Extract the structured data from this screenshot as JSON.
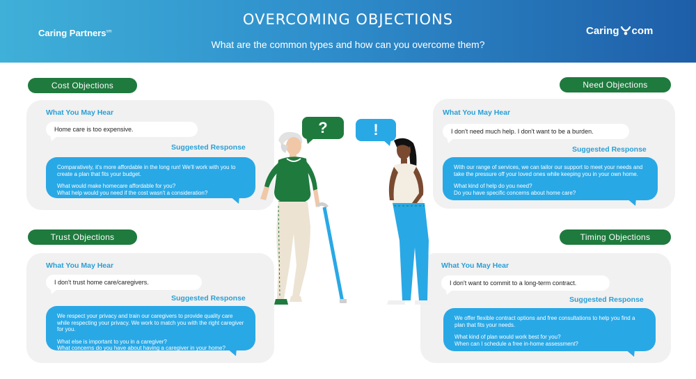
{
  "header": {
    "title": "OVERCOMING OBJECTIONS",
    "subtitle": "What are the common types and how can you overcome them?",
    "logo_left": "Caring Partners",
    "logo_left_mark": "sm",
    "logo_right_a": "Caring",
    "logo_right_b": "com"
  },
  "labels": {
    "hear": "What You May Hear",
    "response": "Suggested Response"
  },
  "icons": {
    "question": "?",
    "exclaim": "!"
  },
  "sections": {
    "cost": {
      "title": "Cost Objections",
      "hear": "Home care is too expensive.",
      "response_1": "Comparatively, it's more affordable in the long run! We'll work with you to create a plan that fits your budget.",
      "response_2a": "What would make homecare affordable for you?",
      "response_2b": "What help would you need if the cost wasn't a consideration?"
    },
    "need": {
      "title": "Need Objections",
      "hear": "I don't need much help. I don't want to be a burden.",
      "response_1": "With our range of services, we can tailor our support to meet your needs and take the pressure off your loved ones while keeping you in your own home.",
      "response_2a": "What kind of help do you need?",
      "response_2b": "Do you have specific concerns about home care?"
    },
    "trust": {
      "title": "Trust Objections",
      "hear": "I don't trust home care/caregivers.",
      "response_1": "We respect your privacy and train our caregivers to provide quality care while respecting your privacy. We work to match you with the right caregiver for you.",
      "response_2a": "What else is important to you in a caregiver?",
      "response_2b": "What concerns do you have about having a caregiver in your home?"
    },
    "timing": {
      "title": "Timing Objections",
      "hear": "I don't want to commit to a long-term contract.",
      "response_1": "We offer flexible contract options and free consultations to help you find a plan that fits your needs.",
      "response_2a": "What kind of plan would work best for you?",
      "response_2b": "When can I schedule a free in-home assessment?"
    }
  },
  "colors": {
    "header_start": "#3fb0d8",
    "header_end": "#1e5ea8",
    "pill_green": "#1f7a3e",
    "label_blue": "#2a9fd6",
    "response_blue": "#29a8e6",
    "panel_gray": "#f1f1f1"
  }
}
